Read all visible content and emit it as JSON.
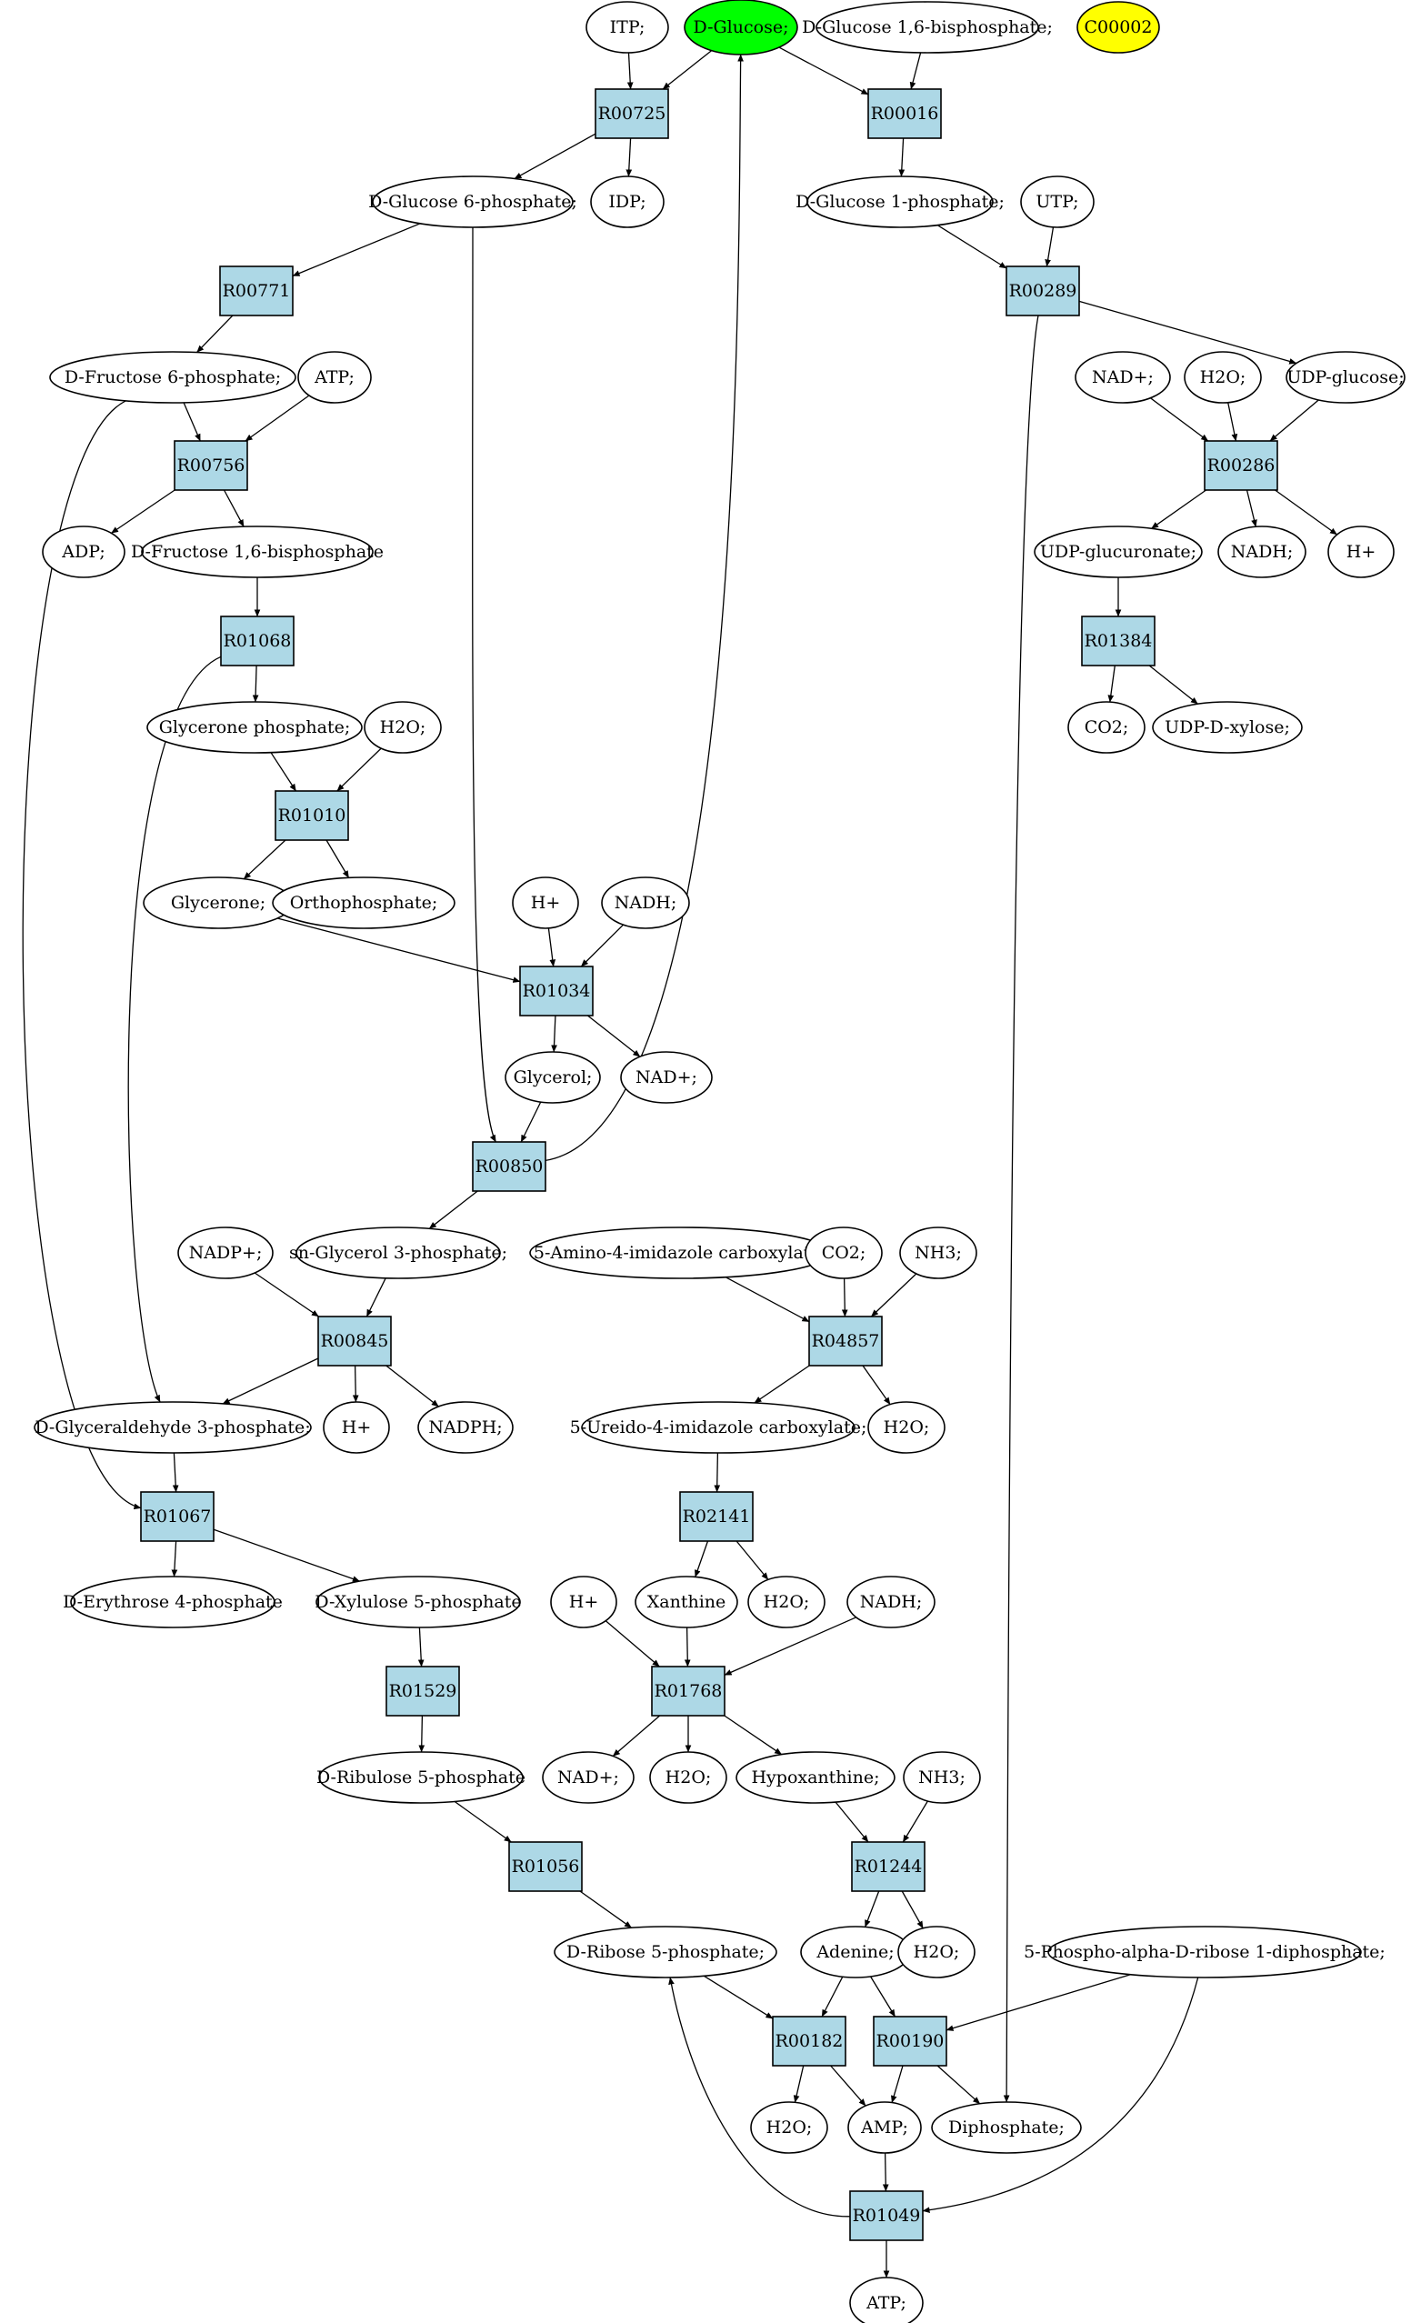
{
  "graph": {
    "compounds": {
      "itp": "ITP;",
      "glucose": "D-Glucose;",
      "g16bp": "D-Glucose 1,6-bisphosphate;",
      "c00002": "C00002",
      "g6p": "D-Glucose 6-phosphate;",
      "idp": "IDP;",
      "g1p": "D-Glucose 1-phosphate;",
      "utp": "UTP;",
      "f6p": "D-Fructose 6-phosphate;",
      "atp_a": "ATP;",
      "nadp_r": "NAD+;",
      "h2o_a": "H2O;",
      "udpglc": "UDP-glucose;",
      "adp": "ADP;",
      "f16bp": "D-Fructose 1,6-bisphosphate",
      "udpglcua": "UDP-glucuronate;",
      "nadh_a": "NADH;",
      "h_a": "H+",
      "co2_a": "CO2;",
      "udpxyl": "UDP-D-xylose;",
      "dhap": "Glycerone phosphate;",
      "h2o_b": "H2O;",
      "glycerone": "Glycerone;",
      "pi": "Orthophosphate;",
      "h_b": "H+",
      "nadh_b": "NADH;",
      "glycerol": "Glycerol;",
      "nad_b": "NAD+;",
      "nadp_c": "NADP+;",
      "g3p_sn": "sn-Glycerol 3-phosphate;",
      "aicar": "5-Amino-4-imidazole carboxylate;",
      "co2_b": "CO2;",
      "nh3_a": "NH3;",
      "gap": "D-Glyceraldehyde 3-phosphate;",
      "h_c": "H+",
      "nadph": "NADPH;",
      "ureido": "5-Ureido-4-imidazole carboxylate;",
      "h2o_c": "H2O;",
      "e4p": "D-Erythrose 4-phosphate",
      "xu5p": "D-Xylulose 5-phosphate",
      "h_d": "H+",
      "xanthine": "Xanthine",
      "h2o_d": "H2O;",
      "nadh_c": "NADH;",
      "ru5p": "D-Ribulose 5-phosphate",
      "nad_c": "NAD+;",
      "h2o_e": "H2O;",
      "hypox": "Hypoxanthine;",
      "nh3_b": "NH3;",
      "r5p": "D-Ribose 5-phosphate;",
      "adenine": "Adenine;",
      "h2o_f": "H2O;",
      "prpp": "5-Phospho-alpha-D-ribose 1-diphosphate;",
      "h2o_g": "H2O;",
      "amp": "AMP;",
      "ppi": "Diphosphate;",
      "atp_b": "ATP;"
    },
    "reactions": {
      "R00725": "R00725",
      "R00016": "R00016",
      "R00771": "R00771",
      "R00289": "R00289",
      "R00756": "R00756",
      "R00286": "R00286",
      "R01068": "R01068",
      "R01384": "R01384",
      "R01010": "R01010",
      "R01034": "R01034",
      "R00850": "R00850",
      "R00845": "R00845",
      "R04857": "R04857",
      "R01067": "R01067",
      "R02141": "R02141",
      "R01529": "R01529",
      "R01768": "R01768",
      "R01244": "R01244",
      "R01056": "R01056",
      "R00182": "R00182",
      "R00190": "R00190",
      "R01049": "R01049"
    },
    "colors": {
      "start_node": "#00ff00",
      "highlight_node": "#ffff00",
      "reaction_fill": "#add8e6",
      "compound_fill": "#ffffff"
    }
  }
}
